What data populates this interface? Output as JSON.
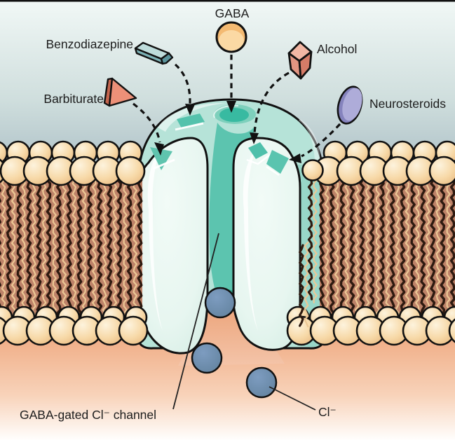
{
  "diagram": {
    "labels": {
      "gaba": "GABA",
      "benzodiazepine": "Benzodiazepine",
      "barbiturate": "Barbiturate",
      "alcohol": "Alcohol",
      "neurosteroids": "Neurosteroids",
      "channel": "GABA-gated Cl⁻ channel",
      "chloride_ion": "Cl⁻"
    },
    "icons": [
      {
        "name": "gaba-molecule-icon",
        "shape": "circle",
        "color": "#fbd9a4"
      },
      {
        "name": "benzodiazepine-molecule-icon",
        "shape": "3d-bar",
        "color": "#7cb1b5"
      },
      {
        "name": "barbiturate-molecule-icon",
        "shape": "3d-triangle",
        "color": "#ec9078"
      },
      {
        "name": "alcohol-molecule-icon",
        "shape": "3d-cube",
        "color": "#e29582"
      },
      {
        "name": "neurosteroid-molecule-icon",
        "shape": "tilted-ellipse",
        "color": "#a9a7d6"
      },
      {
        "name": "chloride-ion-icon",
        "shape": "circle",
        "color": "#6d8bb1"
      }
    ],
    "colors": {
      "extracellular_top": "#f1f8f6",
      "extracellular_bottom": "#a7bbc3",
      "intracellular_top": "#efa87f",
      "intracellular_bottom": "#fffefd",
      "lipid_head": "#f7d9a8",
      "lipid_head_highlight": "#fdf3dd",
      "lipid_head_edge": "#e9ba80",
      "tail_background": "#bd8268",
      "tail_dark": "#2e1a10",
      "tail_light": "#ecc795",
      "channel_body": "#b6e3d8",
      "channel_wall": "#98d6c8",
      "channel_pore": "#5cc4af",
      "channel_opening": "#38baa1",
      "channel_lobe": "#e9f6f1",
      "binding_site": "#54c2ac",
      "ion": "#6d8bb1",
      "outline": "#111111"
    }
  }
}
